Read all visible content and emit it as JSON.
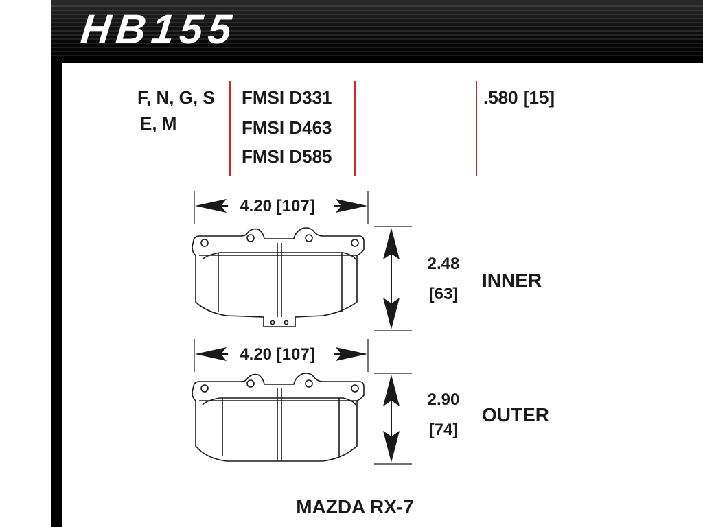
{
  "header": {
    "part_number": "HB155"
  },
  "compounds": {
    "line1": "F, N, G, S",
    "line2": "E, M"
  },
  "fmsi": [
    "FMSI D331",
    "FMSI D463",
    "FMSI D585"
  ],
  "thickness": ".580 [15]",
  "inner": {
    "width": "4.20 [107]",
    "height_in": "2.48",
    "height_mm": "[63]",
    "label": "INNER"
  },
  "outer": {
    "width": "4.20 [107]",
    "height_in": "2.90",
    "height_mm": "[74]",
    "label": "OUTER"
  },
  "vehicle": "MAZDA RX-7",
  "colors": {
    "accent_line": "#d0262d",
    "header_bg": "#000000",
    "text": "#1a1a1a"
  }
}
